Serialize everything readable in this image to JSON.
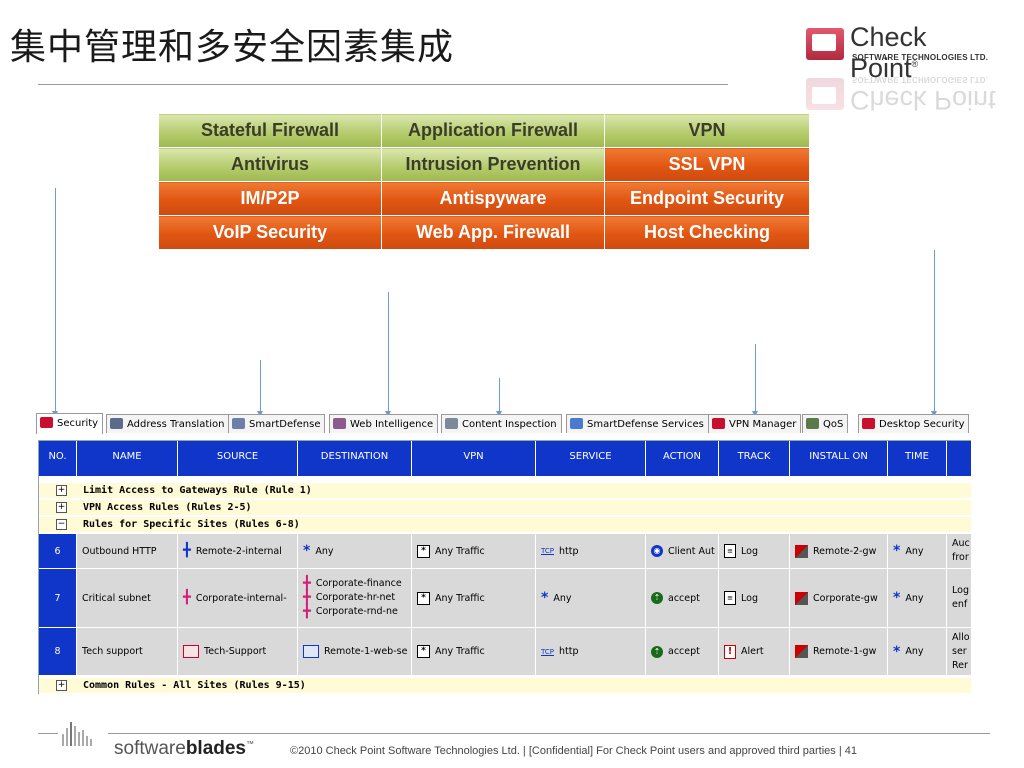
{
  "slide": {
    "title": "集中管理和多安全因素集成",
    "logo": {
      "name": "Check Point",
      "tm": "®",
      "sub": "SOFTWARE TECHNOLOGIES LTD."
    }
  },
  "blades": [
    [
      {
        "label": "Stateful Firewall",
        "style": "green"
      },
      {
        "label": "Application Firewall",
        "style": "green"
      },
      {
        "label": "VPN",
        "style": "green"
      }
    ],
    [
      {
        "label": "Antivirus",
        "style": "green"
      },
      {
        "label": "Intrusion Prevention",
        "style": "green"
      },
      {
        "label": "SSL VPN",
        "style": "orange"
      }
    ],
    [
      {
        "label": "IM/P2P",
        "style": "orange"
      },
      {
        "label": "Antispyware",
        "style": "orange"
      },
      {
        "label": "Endpoint Security",
        "style": "orange"
      }
    ],
    [
      {
        "label": "VoIP Security",
        "style": "orange"
      },
      {
        "label": "Web App. Firewall",
        "style": "orange"
      },
      {
        "label": "Host Checking",
        "style": "orange"
      }
    ]
  ],
  "tabs": [
    {
      "label": "Security",
      "icon": "firewall-icon",
      "color": "#c8102e",
      "active": true
    },
    {
      "label": "Address Translation",
      "icon": "nat-icon",
      "color": "#5a6b8c"
    },
    {
      "label": "SmartDefense",
      "icon": "smartdefense-icon",
      "color": "#6c7fa8"
    },
    {
      "label": "Web Intelligence",
      "icon": "web-intelligence-icon",
      "color": "#8c5a8c"
    },
    {
      "label": "Content Inspection",
      "icon": "content-inspection-icon",
      "color": "#7a8a9a"
    },
    {
      "label": "SmartDefense Services",
      "icon": "shield-icon",
      "color": "#4a7ad0"
    },
    {
      "label": "VPN Manager",
      "icon": "vpn-lock-icon",
      "color": "#c8102e"
    },
    {
      "label": "QoS",
      "icon": "qos-icon",
      "color": "#5a7a4a"
    },
    {
      "label": "Desktop Security",
      "icon": "desktop-security-icon",
      "color": "#c8102e"
    }
  ],
  "columns": [
    "NO.",
    "NAME",
    "SOURCE",
    "DESTINATION",
    "VPN",
    "SERVICE",
    "ACTION",
    "TRACK",
    "INSTALL ON",
    "TIME",
    ""
  ],
  "groups": {
    "g1": {
      "toggle": "+",
      "label": "Limit Access to Gateways Rule   (Rule 1)"
    },
    "g2": {
      "toggle": "+",
      "label": "VPN Access Rules   (Rules 2-5)"
    },
    "g3": {
      "toggle": "−",
      "label": "Rules for Specific Sites   (Rules 6-8)"
    },
    "g4": {
      "toggle": "+",
      "label": "Common Rules - All Sites   (Rules 9-15)"
    }
  },
  "rules": {
    "r6": {
      "no": "6",
      "name": "Outbound HTTP",
      "source": "Remote-2-internal",
      "destination": "Any",
      "vpn": "Any Traffic",
      "service_tag": "TCP",
      "service": "http",
      "action": "Client Aut",
      "track": "Log",
      "install": "Remote-2-gw",
      "time": "Any",
      "comment": [
        "Auc",
        "fror"
      ]
    },
    "r7": {
      "no": "7",
      "name": "Critical subnet",
      "source": "Corporate-internal-",
      "destination": [
        "Corporate-finance",
        "Corporate-hr-net",
        "Corporate-rnd-ne"
      ],
      "vpn": "Any Traffic",
      "service": "Any",
      "action": "accept",
      "track": "Log",
      "install": "Corporate-gw",
      "time": "Any",
      "comment": [
        "Log",
        "enf"
      ]
    },
    "r8": {
      "no": "8",
      "name": "Tech support",
      "source": "Tech-Support",
      "destination": "Remote-1-web-se",
      "vpn": "Any Traffic",
      "service_tag": "TCP",
      "service": "http",
      "action": "accept",
      "track": "Alert",
      "install": "Remote-1-gw",
      "time": "Any",
      "comment": [
        "Allo",
        "ser",
        "Rer"
      ]
    }
  },
  "footer": {
    "brand_light": "software",
    "brand_bold": "blades",
    "brand_tm": "™",
    "copyright": "©2010 Check Point Software Technologies Ltd.    |    [Confidential] For Check Point users and approved third parties    |  41"
  }
}
